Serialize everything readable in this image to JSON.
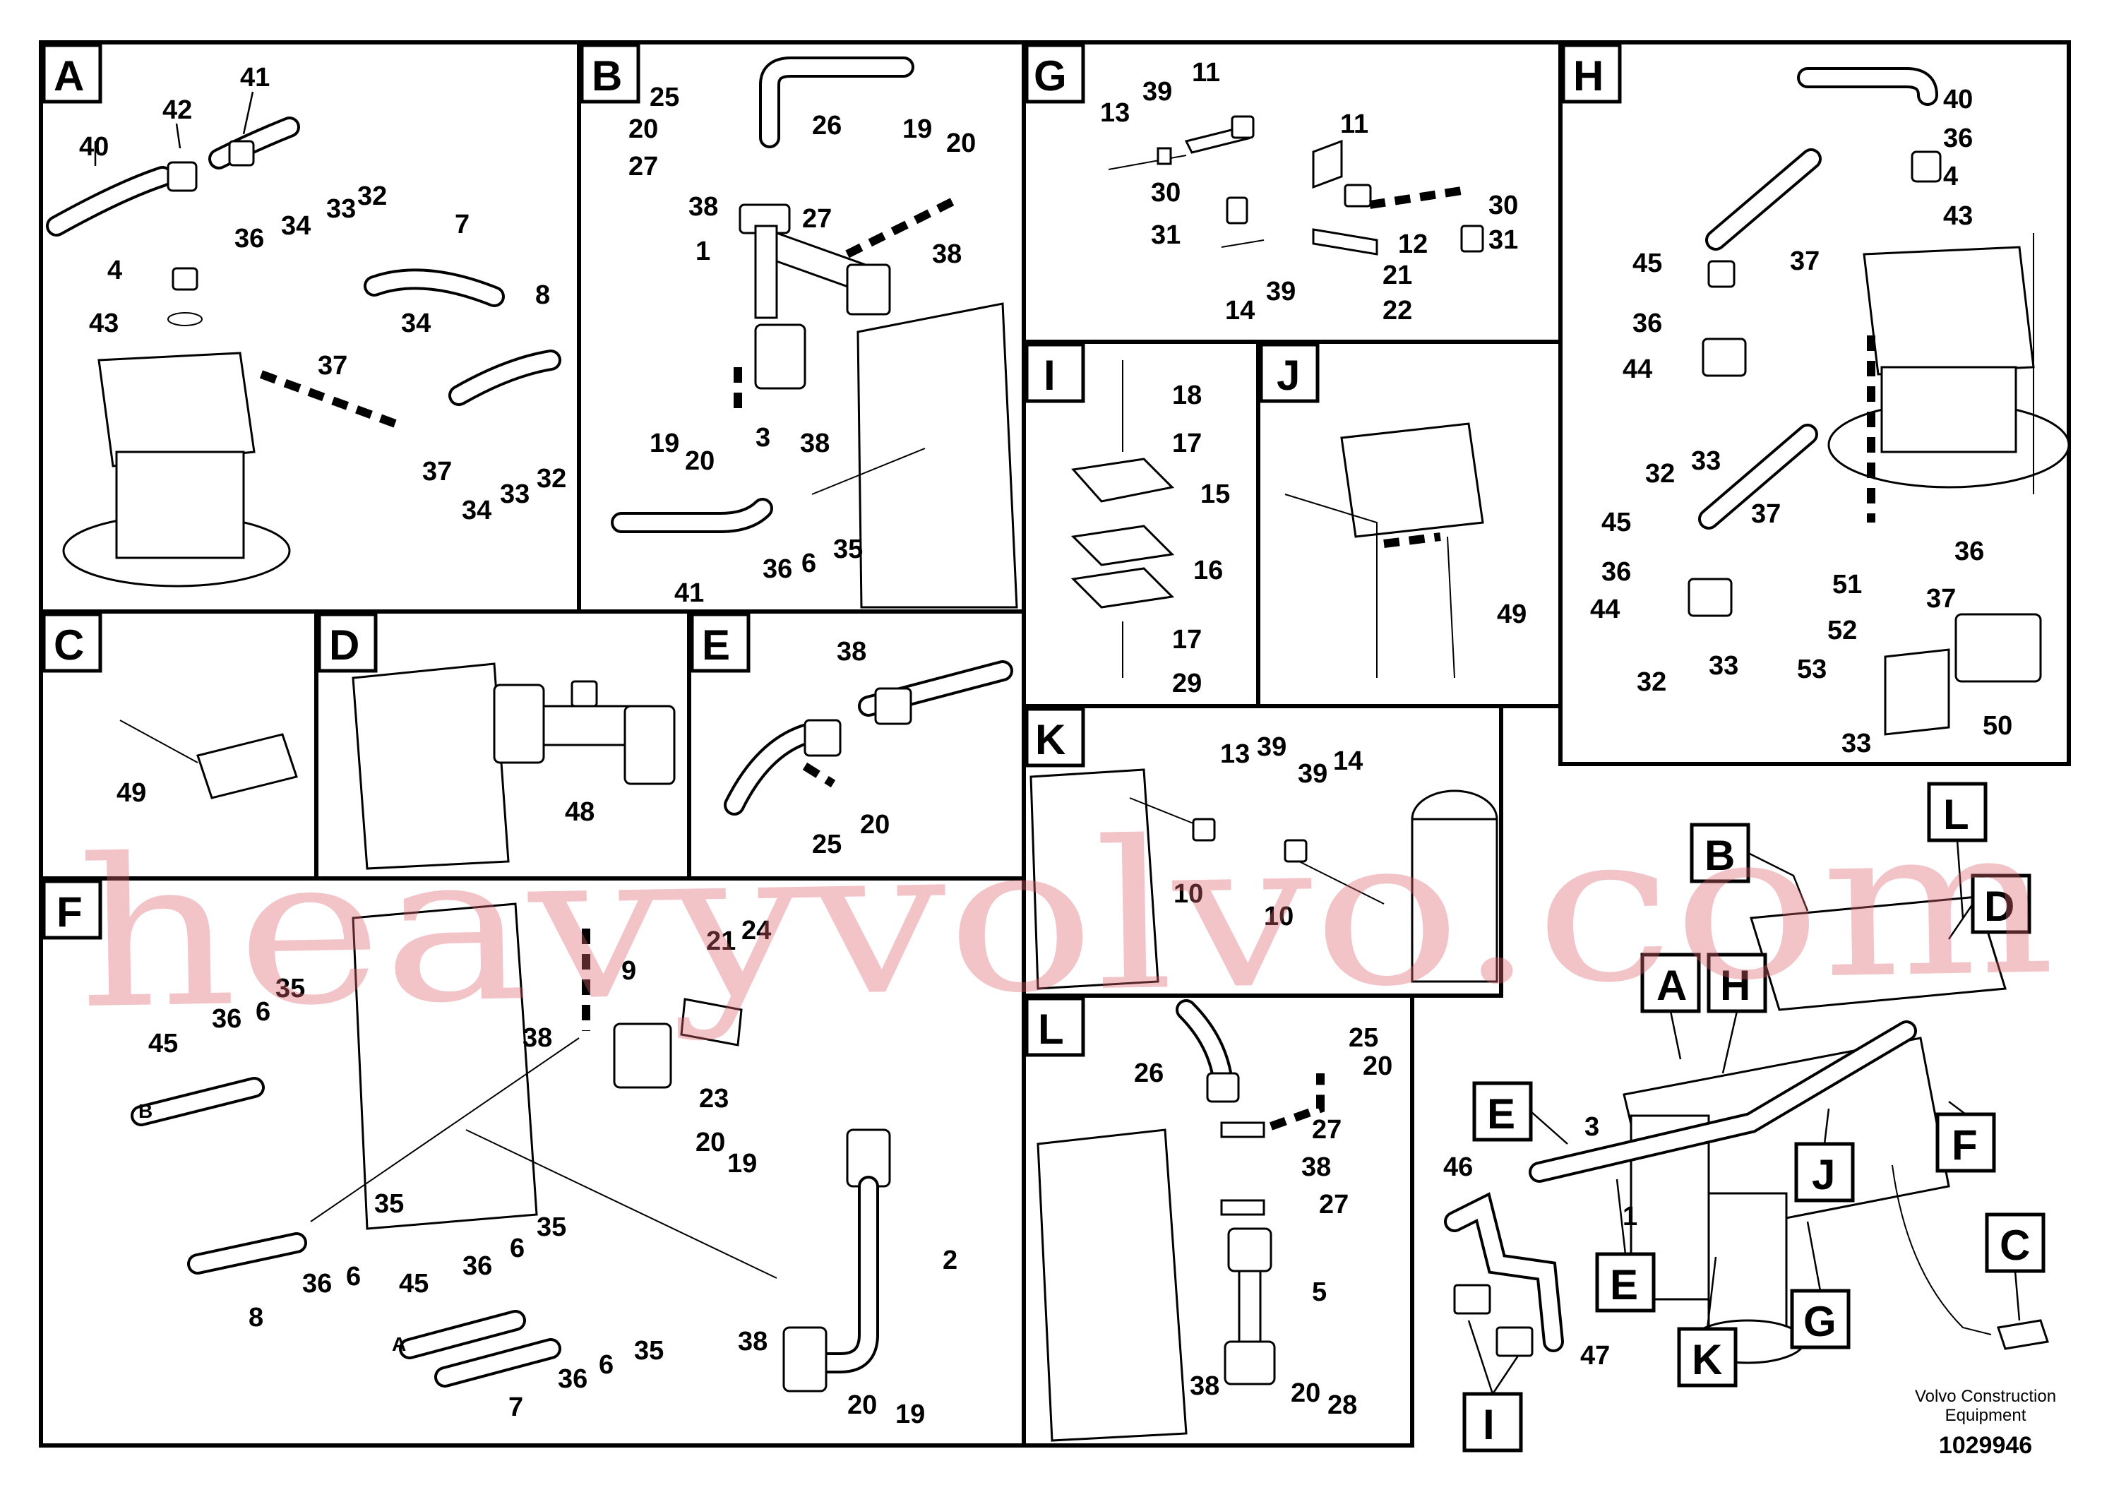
{
  "panels": {
    "A": {
      "letter": "A",
      "callouts": [
        "41",
        "42",
        "40",
        "36",
        "4",
        "34",
        "33",
        "32",
        "7",
        "43",
        "8",
        "37",
        "34",
        "37",
        "33",
        "32",
        "34"
      ]
    },
    "B": {
      "letter": "B",
      "callouts": [
        "25",
        "20",
        "26",
        "27",
        "19",
        "20",
        "38",
        "27",
        "1",
        "38",
        "19",
        "20",
        "3",
        "38",
        "41",
        "36",
        "6",
        "35"
      ]
    },
    "G": {
      "letter": "G",
      "callouts": [
        "11",
        "13",
        "39",
        "11",
        "30",
        "30",
        "31",
        "31",
        "12",
        "21",
        "14",
        "39",
        "22"
      ]
    },
    "H": {
      "letter": "H",
      "callouts": [
        "40",
        "36",
        "4",
        "43",
        "45",
        "37",
        "36",
        "44",
        "32",
        "33",
        "45",
        "37",
        "36",
        "36",
        "44",
        "51",
        "37",
        "52",
        "32",
        "33",
        "53",
        "33",
        "50"
      ]
    },
    "C": {
      "letter": "C",
      "callouts": [
        "49"
      ]
    },
    "D": {
      "letter": "D",
      "callouts": [
        "48"
      ]
    },
    "E": {
      "letter": "E",
      "callouts": [
        "38",
        "25",
        "20"
      ]
    },
    "I": {
      "letter": "I",
      "callouts": [
        "18",
        "17",
        "15",
        "16",
        "17",
        "29"
      ]
    },
    "J": {
      "letter": "J",
      "callouts": [
        "49"
      ]
    },
    "F": {
      "letter": "F",
      "callouts": [
        "21",
        "24",
        "9",
        "35",
        "36",
        "6",
        "45",
        "38",
        "23",
        "20",
        "19",
        "35",
        "36",
        "6",
        "8",
        "35",
        "6",
        "36",
        "45",
        "2",
        "38",
        "36",
        "6",
        "35",
        "7",
        "20",
        "19"
      ]
    },
    "K": {
      "letter": "K",
      "callouts": [
        "13",
        "39",
        "14",
        "39",
        "10",
        "10"
      ]
    },
    "L": {
      "letter": "L",
      "callouts": [
        "26",
        "25",
        "20",
        "27",
        "38",
        "27",
        "5",
        "38",
        "20",
        "28"
      ]
    }
  },
  "overview": {
    "letters": [
      "B",
      "L",
      "D",
      "A",
      "H",
      "E",
      "F",
      "J",
      "E",
      "G",
      "K",
      "C",
      "I"
    ],
    "callouts": [
      "3",
      "46",
      "1",
      "47"
    ],
    "side_labels": [
      "A",
      "B"
    ]
  },
  "footer": {
    "company_line1": "Volvo Construction",
    "company_line2": "Equipment",
    "drawing_number": "1029946"
  },
  "watermark": "heavyvolvo.com"
}
